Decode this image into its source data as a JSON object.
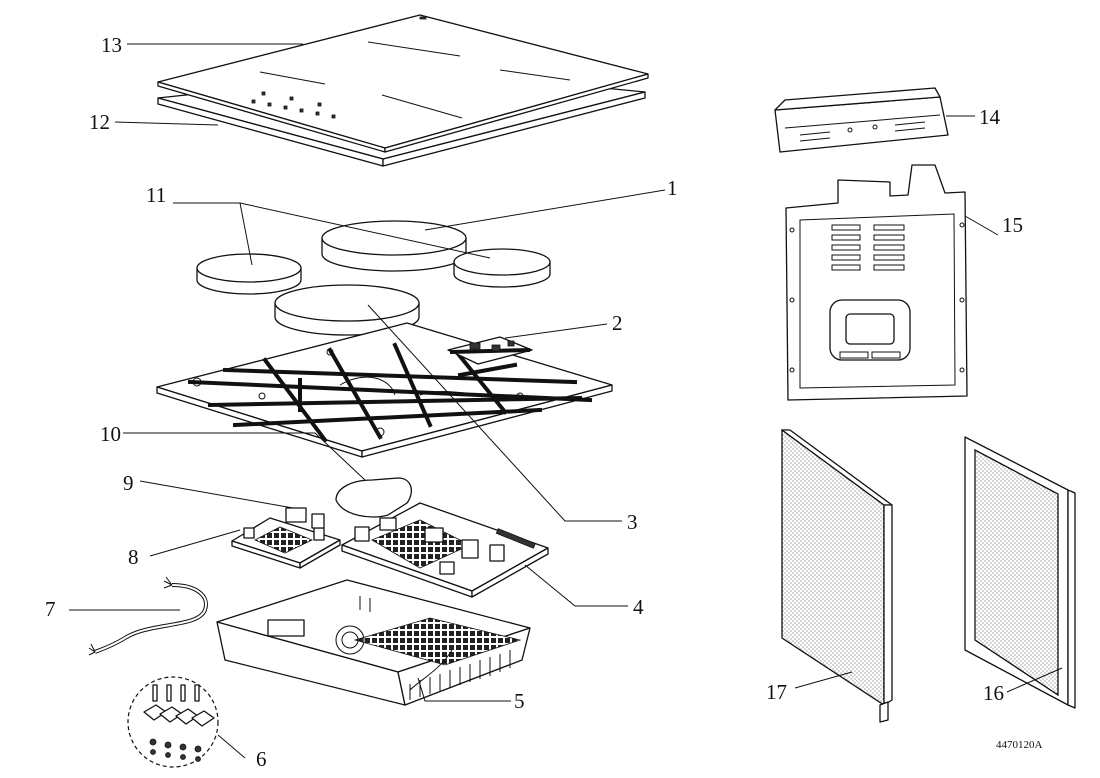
{
  "diagram": {
    "labels": {
      "p1": "1",
      "p2": "2",
      "p3": "3",
      "p4": "4",
      "p5": "5",
      "p6": "6",
      "p7": "7",
      "p8": "8",
      "p9": "9",
      "p10": "10",
      "p11": "11",
      "p12": "12",
      "p13": "13",
      "p14": "14",
      "p15": "15",
      "p16": "16",
      "p17": "17"
    },
    "drawing_code": "4470120A",
    "colors": {
      "line": "#111111",
      "background": "#ffffff",
      "mesh": "#bdbdbd"
    }
  }
}
